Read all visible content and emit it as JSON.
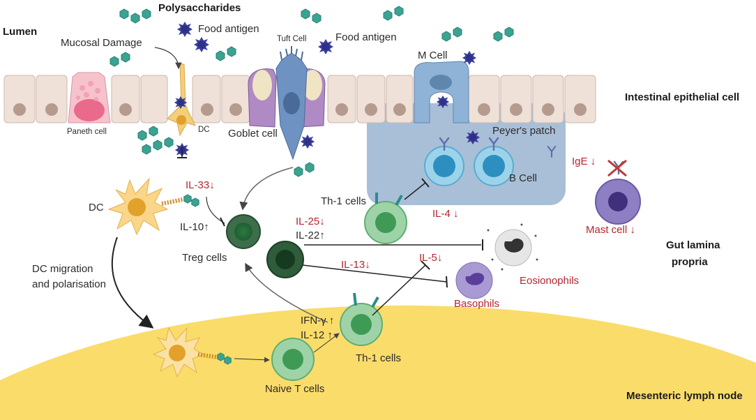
{
  "colors": {
    "lymph_node": "#fadc6a",
    "peyers_patch": "#a8bfd9",
    "epithelium": "#efe0d8",
    "red_text": "#b3262e"
  },
  "labels": {
    "polysaccharides": "Polysaccharides",
    "lumen": "Lumen",
    "mucosal_damage": "Mucosal Damage",
    "food_antigen_1": "Food antigen",
    "food_antigen_2": "Food antigen",
    "tuft_cell": "Tuft Cell",
    "m_cell": "M Cell",
    "intestinal_epithelial_cell": "Intestinal epithelial cell",
    "paneth_cell": "Paneth cell",
    "dc_small": "DC",
    "goblet_cell": "Goblet cell",
    "peyers_patch": "Peyer's patch",
    "b_cell": "B Cell",
    "ige": "IgE ↓",
    "mast_cell": "Mast cell ↓",
    "gut_lamina_1": "Gut lamina",
    "gut_lamina_2": "propria",
    "il33": "IL-33↓",
    "dc": "DC",
    "il10": "IL-10↑",
    "treg": "Treg cells",
    "il25": "IL-25↓",
    "il22": "IL-22↑",
    "th1_upper": "Th-1 cells",
    "il4": "IL-4 ↓",
    "il13": "IL-13↓",
    "il5": "IL-5↓",
    "eosinophils": "Eosionophils",
    "basophils": "Basophils",
    "dc_migration_1": "DC migration",
    "dc_migration_2": "and polarisation",
    "ifn": "IFN-γ ↑",
    "il12": "IL-12 ↑",
    "th1_lower": "Th-1 cells",
    "naive_t": "Naive T cells",
    "mesenteric": "Mesenteric lymph node"
  },
  "icons": [
    "polysaccharide-chain-icon",
    "food-antigen-icon",
    "antibody-icon"
  ]
}
